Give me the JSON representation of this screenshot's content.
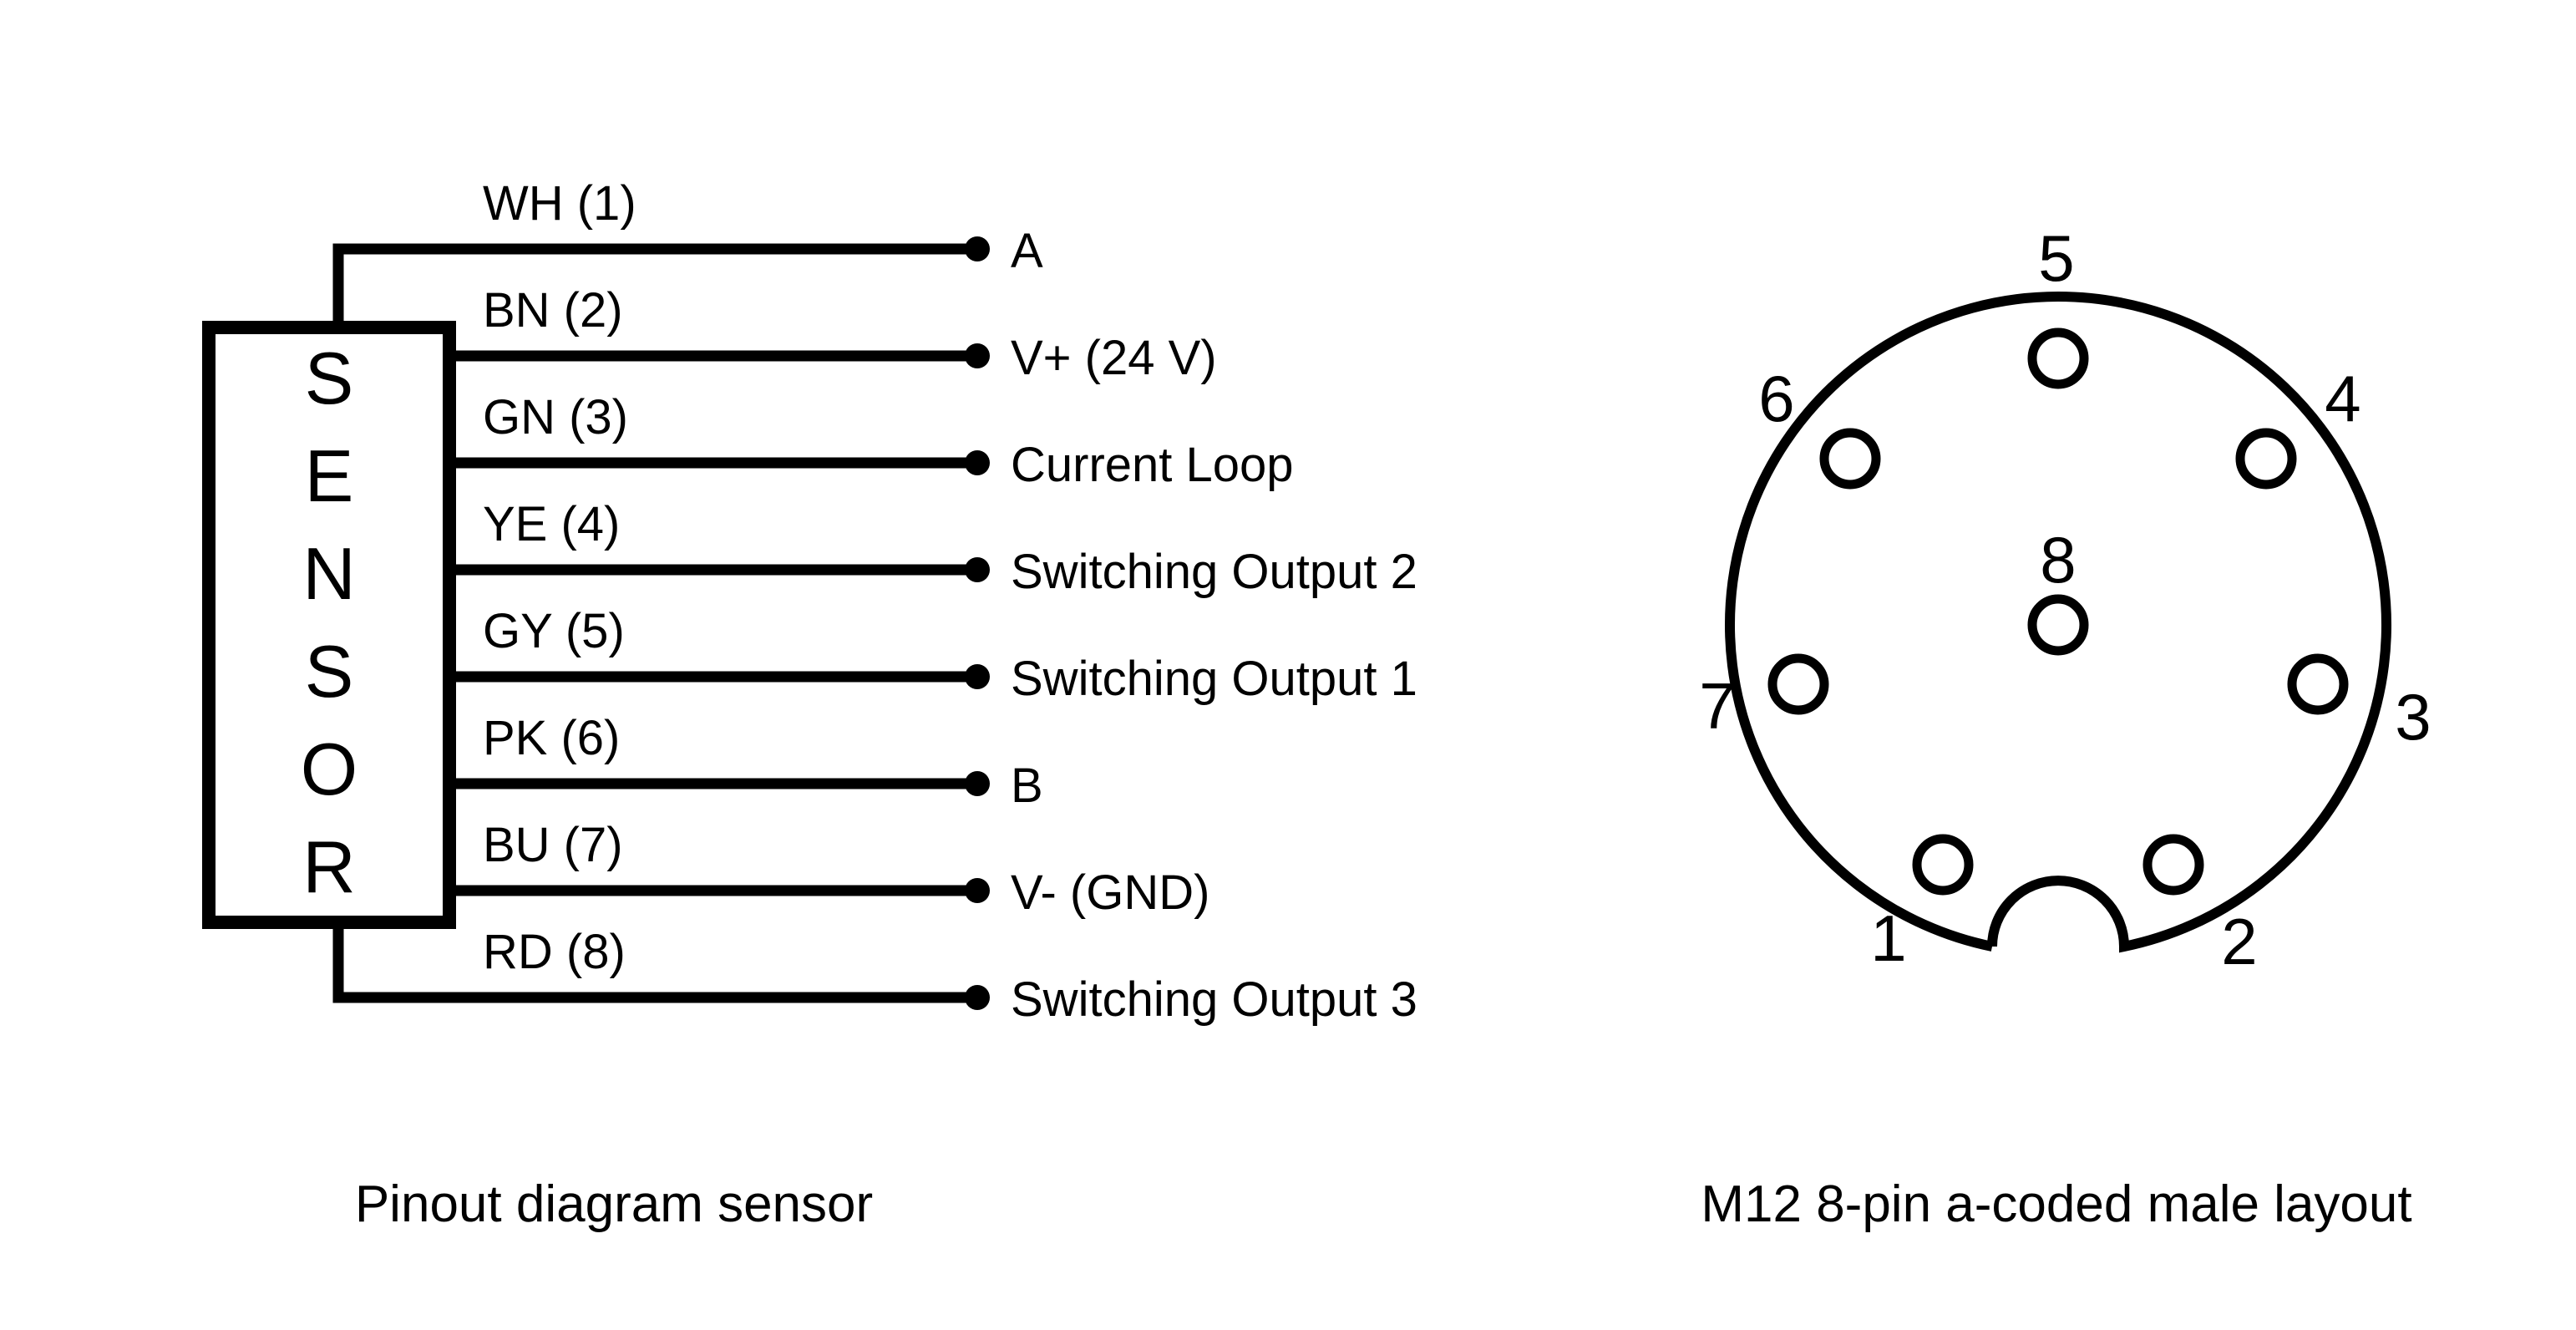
{
  "page": {
    "background_color": "#ffffff",
    "ink_color": "#000000"
  },
  "left_diagram": {
    "caption": "Pinout diagram sensor",
    "box_label": "SENSOR",
    "box_letters": [
      "S",
      "E",
      "N",
      "S",
      "O",
      "R"
    ],
    "wires": [
      {
        "color_code": "WH (1)",
        "signal": "A"
      },
      {
        "color_code": "BN (2)",
        "signal": "V+ (24 V)"
      },
      {
        "color_code": "GN (3)",
        "signal": "Current Loop"
      },
      {
        "color_code": "YE (4)",
        "signal": "Switching Output 2"
      },
      {
        "color_code": "GY (5)",
        "signal": "Switching Output 1"
      },
      {
        "color_code": "PK (6)",
        "signal": "B"
      },
      {
        "color_code": "BU (7)",
        "signal": "V- (GND)"
      },
      {
        "color_code": "RD (8)",
        "signal": "Switching Output 3"
      }
    ]
  },
  "right_diagram": {
    "caption": "M12 8-pin a-coded male layout",
    "pin_numbers": [
      "1",
      "2",
      "3",
      "4",
      "5",
      "6",
      "7",
      "8"
    ]
  }
}
